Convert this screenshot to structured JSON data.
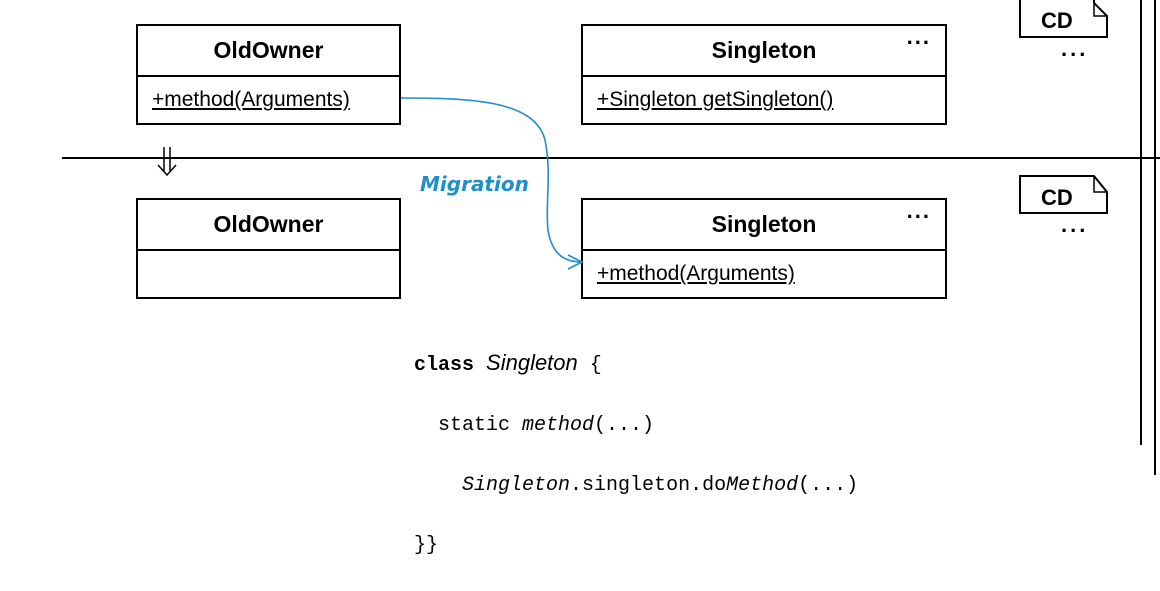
{
  "diagram_tag": "CD",
  "ellipsis": "...",
  "before": {
    "left_class": {
      "name": "OldOwner",
      "member": "+method(Arguments)"
    },
    "right_class": {
      "name": "Singleton",
      "member": "+Singleton getSingleton()"
    }
  },
  "after": {
    "left_class": {
      "name": "OldOwner",
      "member": ""
    },
    "right_class": {
      "name": "Singleton",
      "member": "+method(Arguments)"
    }
  },
  "migration_label": "Migration",
  "code": {
    "keyword": "class",
    "class_name": "Singleton",
    "open_brace": " {",
    "line2_prefix": "  static ",
    "line2_method": "method",
    "line2_args": "(...)",
    "line3_indent": "    ",
    "line3_cls": "Singleton",
    "line3_mid": ".singleton.do",
    "line3_method": "Method",
    "line3_args": "(...)",
    "line4": "}}"
  },
  "colors": {
    "migration": "#1f8fc9",
    "line": "#000000"
  }
}
